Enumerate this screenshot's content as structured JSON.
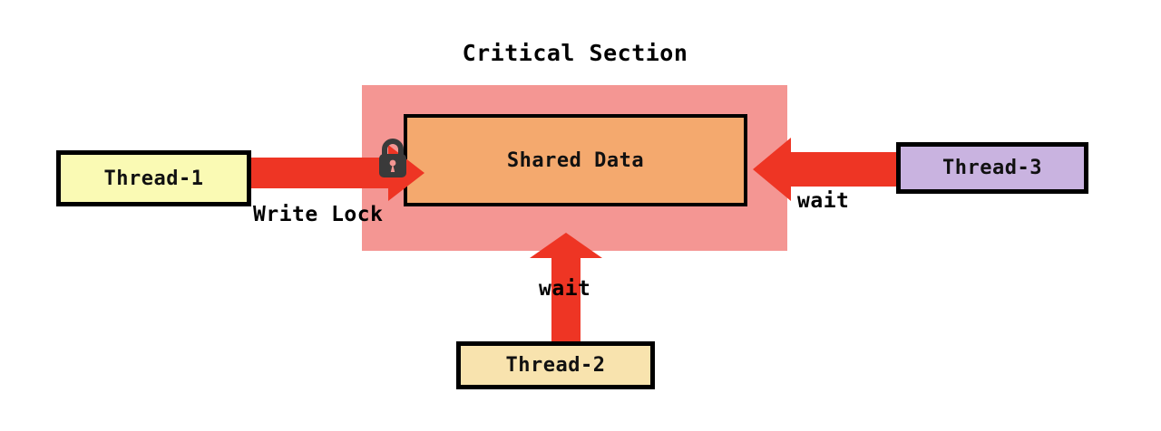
{
  "diagram": {
    "title": "Critical Section",
    "type": "concurrency-lock-diagram",
    "background": "#ffffff",
    "critical_section": {
      "label": "Critical Section",
      "fill": "#F49693"
    },
    "shared_resource": {
      "label": "Shared Data",
      "fill": "#F4A96E",
      "border": "#000000",
      "lock_state": "locked",
      "lock_icon": "padlock-closed-icon",
      "lock_color": "#3a3a3a"
    },
    "threads": [
      {
        "id": "thread-1",
        "label": "Thread-1",
        "fill": "#FAFAB4",
        "border": "#000000",
        "position": "left",
        "edge_label": "Write Lock",
        "status": "holds-lock"
      },
      {
        "id": "thread-2",
        "label": "Thread-2",
        "fill": "#F8E3AE",
        "border": "#000000",
        "position": "bottom",
        "edge_label": "wait",
        "status": "blocked"
      },
      {
        "id": "thread-3",
        "label": "Thread-3",
        "fill": "#C9B3E0",
        "border": "#000000",
        "position": "right",
        "edge_label": "wait",
        "status": "blocked"
      }
    ],
    "arrows": {
      "color": "#EE3524",
      "count": 3
    }
  }
}
